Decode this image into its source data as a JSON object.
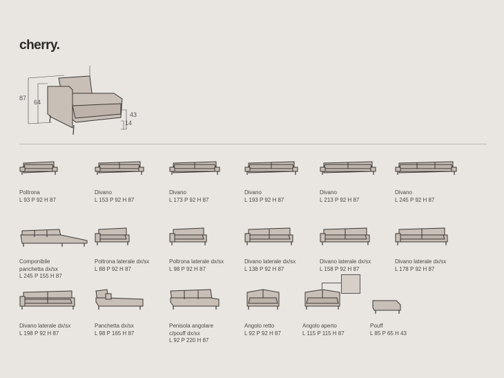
{
  "brand": "cherry.",
  "hero": {
    "dims": {
      "height_total": "87",
      "height_arm": "64",
      "seat_height": "43",
      "leg_height": "14"
    }
  },
  "items": [
    {
      "name": "Poltrona",
      "dims": "L 93 P 92 H 87",
      "w": 46,
      "seats": 1,
      "type": "sofa"
    },
    {
      "name": "Divano",
      "dims": "L 153 P 92 H 87",
      "w": 62,
      "seats": 2,
      "type": "sofa"
    },
    {
      "name": "Divano",
      "dims": "L 173 P 92 H 87",
      "w": 64,
      "seats": 2,
      "type": "sofa"
    },
    {
      "name": "Divano",
      "dims": "L 193 P 92 H 87",
      "w": 68,
      "seats": 2,
      "type": "sofa"
    },
    {
      "name": "Divano",
      "dims": "L 213 P 92 H 87",
      "w": 72,
      "seats": 2,
      "type": "sofa"
    },
    {
      "name": "Divano",
      "dims": "L 245 P 92 H 87",
      "w": 80,
      "seats": 3,
      "type": "sofa"
    },
    {
      "name": "Componibile",
      "name2": "panchetta dx/sx",
      "dims": "L 245 P 155 H 87",
      "w": 90,
      "seats": 3,
      "type": "chaise-combo"
    },
    {
      "name": "Poltrona laterale dx/sx",
      "dims": "L 88 P 92 H 87",
      "w": 42,
      "seats": 1,
      "type": "side"
    },
    {
      "name": "Poltrona laterale dx/sx",
      "dims": "L 98 P 92 H 87",
      "w": 46,
      "seats": 1,
      "type": "side"
    },
    {
      "name": "Divano laterale dx/sx",
      "dims": "L 138 P 92 H 87",
      "w": 62,
      "seats": 2,
      "type": "side"
    },
    {
      "name": "Divano laterale dx/sx",
      "dims": "L 158 P 92 H 87",
      "w": 64,
      "seats": 2,
      "type": "side"
    },
    {
      "name": "Divano laterale dx/sx",
      "dims": "L 178 P 92 H 87",
      "w": 68,
      "seats": 2,
      "type": "side"
    },
    {
      "name": "Divano laterale dx/sx",
      "dims": "L 198 P 92 H 87",
      "w": 72,
      "seats": 2,
      "type": "side"
    },
    {
      "name": "Panchetta dx/sx",
      "dims": "L 98 P 165 H 87",
      "w": 62,
      "seats": 1,
      "type": "chaise"
    },
    {
      "name": "Penisola angolare",
      "name2": "c/pouff dx/sx",
      "dims": "L 92 P 220 H 87",
      "w": 64,
      "seats": 3,
      "type": "peninsula"
    },
    {
      "name": "Angolo retto",
      "dims": "L 92 P 92 H 87",
      "w": 44,
      "seats": 2,
      "type": "corner"
    },
    {
      "name": "Angolo aperto",
      "dims": "L 115 P 115 H 87",
      "w": 48,
      "seats": 2,
      "type": "corner"
    },
    {
      "name": "Pouff",
      "dims": "L 85 P 65 H 43",
      "w": 36,
      "seats": 0,
      "type": "pouf"
    }
  ],
  "colors": {
    "background": "#e9e6e1",
    "fill": "#c8bfb7",
    "stroke": "#3a3633"
  }
}
